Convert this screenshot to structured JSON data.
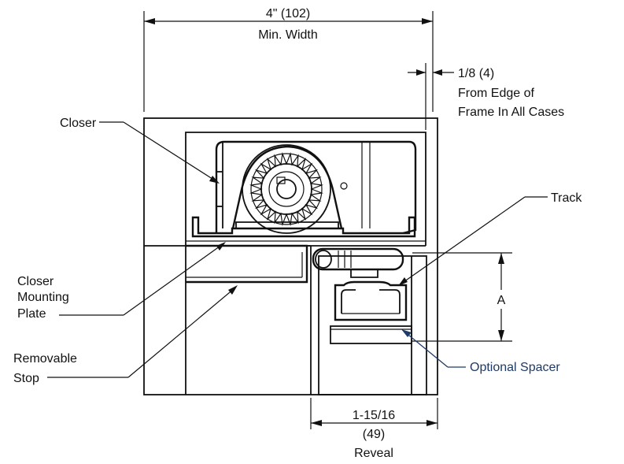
{
  "dimensions": {
    "width_main": "4\" (102)",
    "width_sub": "Min. Width",
    "edge_line1": "1/8 (4)",
    "edge_line2": "From Edge of",
    "edge_line3": "Frame In All Cases",
    "reveal_line1": "1-15/16",
    "reveal_line2": "(49)",
    "reveal_line3": "Reveal",
    "a_label": "A"
  },
  "callouts": {
    "closer": "Closer",
    "track": "Track",
    "mounting_line1": "Closer",
    "mounting_line2": "Mounting",
    "mounting_line3": "Plate",
    "stop_line1": "Removable",
    "stop_line2": "Stop",
    "spacer": "Optional Spacer"
  }
}
